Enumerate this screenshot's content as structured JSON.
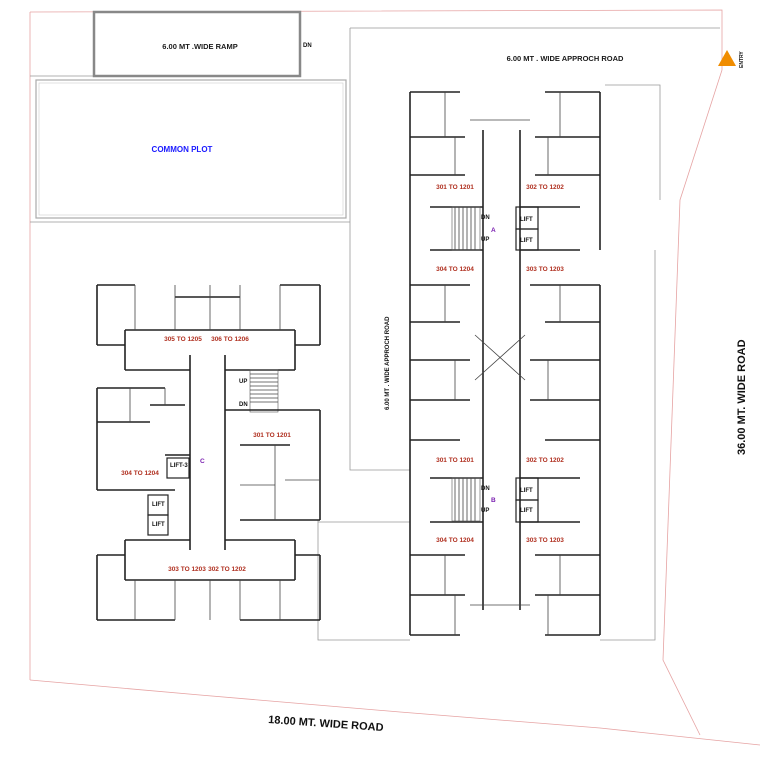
{
  "labels": {
    "ramp": "6.00 MT .WIDE RAMP",
    "ramp_dn": "DN",
    "common_plot": "COMMON PLOT",
    "approach_road_top": "6.00  MT . WIDE  APPROCH  ROAD",
    "approach_road_side": "6.00  MT . WIDE APPROCH ROAD",
    "entry": "ENTRY",
    "road_east": "36.00 MT. WIDE ROAD",
    "road_south": "18.00 MT. WIDE ROAD"
  },
  "colors": {
    "common_plot": "#1a1aff",
    "unit_label": "#b03020",
    "wing_label": "#7a1fb0",
    "entry_arrow": "#f08c00",
    "plot_boundary": "#e6a3a3"
  },
  "wing_a": {
    "units_top": [
      "301 TO 1201",
      "302 TO 1202"
    ],
    "units_bottom": [
      "304 TO 1204",
      "303 TO 1203"
    ],
    "stair_dn": "DN",
    "stair_up": "UP",
    "lift_1": "LIFT",
    "lift_2": "LIFT",
    "wing": "A"
  },
  "wing_b": {
    "units_top": [
      "301 TO 1201",
      "302 TO 1202"
    ],
    "units_bottom": [
      "304 TO 1204",
      "303 TO 1203"
    ],
    "stair_dn": "DN",
    "stair_up": "UP",
    "lift_1": "LIFT",
    "lift_2": "LIFT",
    "wing": "B"
  },
  "wing_c": {
    "units_top": [
      "305 TO 1205",
      "306 TO 1206"
    ],
    "unit_right": "301 TO 1201",
    "unit_left": "304 TO 1204",
    "units_bottom": [
      "303 TO 1203",
      "302 TO 1202"
    ],
    "stair_up": "UP",
    "stair_dn": "DN",
    "lift_3": "LIFT-3",
    "lift_1": "LIFT",
    "lift_2": "LIFT",
    "wing": "C"
  }
}
